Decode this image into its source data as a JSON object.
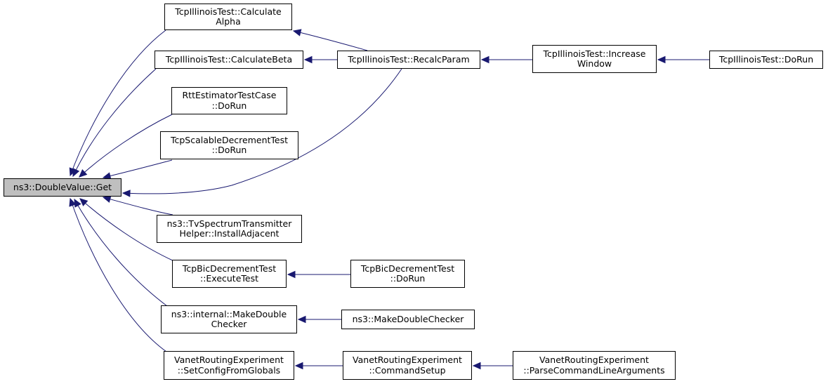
{
  "colors": {
    "edge": "#191970",
    "node_border": "#000000",
    "root_fill": "#bfbfbf",
    "node_fill": "#ffffff"
  },
  "nodes": {
    "get": {
      "lines": [
        "ns3::DoubleValue::Get"
      ]
    },
    "calc_alpha": {
      "lines": [
        "TcpIllinoisTest::Calculate",
        "Alpha"
      ]
    },
    "calc_beta": {
      "lines": [
        "TcpIllinoisTest::CalculateBeta"
      ]
    },
    "recalc": {
      "lines": [
        "TcpIllinoisTest::RecalcParam"
      ]
    },
    "increase": {
      "lines": [
        "TcpIllinoisTest::Increase",
        "Window"
      ]
    },
    "illinois_dorun": {
      "lines": [
        "TcpIllinoisTest::DoRun"
      ]
    },
    "rtt_dorun": {
      "lines": [
        "RttEstimatorTestCase",
        "::DoRun"
      ]
    },
    "scalable_dorun": {
      "lines": [
        "TcpScalableDecrementTest",
        "::DoRun"
      ]
    },
    "tvspectrum": {
      "lines": [
        "ns3::TvSpectrumTransmitter",
        "Helper::InstallAdjacent"
      ]
    },
    "bic_exec": {
      "lines": [
        "TcpBicDecrementTest",
        "::ExecuteTest"
      ]
    },
    "bic_dorun": {
      "lines": [
        "TcpBicDecrementTest",
        "::DoRun"
      ]
    },
    "make_checker_internal": {
      "lines": [
        "ns3::internal::MakeDouble",
        "Checker"
      ]
    },
    "make_checker": {
      "lines": [
        "ns3::MakeDoubleChecker"
      ]
    },
    "vanet_setconfig": {
      "lines": [
        "VanetRoutingExperiment",
        "::SetConfigFromGlobals"
      ]
    },
    "vanet_cmdsetup": {
      "lines": [
        "VanetRoutingExperiment",
        "::CommandSetup"
      ]
    },
    "vanet_parse": {
      "lines": [
        "VanetRoutingExperiment",
        "::ParseCommandLineArguments"
      ]
    }
  },
  "edges": [
    {
      "from": "calc_alpha",
      "to": "get"
    },
    {
      "from": "calc_beta",
      "to": "get"
    },
    {
      "from": "rtt_dorun",
      "to": "get"
    },
    {
      "from": "scalable_dorun",
      "to": "get"
    },
    {
      "from": "recalc",
      "to": "get"
    },
    {
      "from": "tvspectrum",
      "to": "get"
    },
    {
      "from": "bic_exec",
      "to": "get"
    },
    {
      "from": "make_checker_internal",
      "to": "get"
    },
    {
      "from": "vanet_setconfig",
      "to": "get"
    },
    {
      "from": "recalc",
      "to": "calc_alpha"
    },
    {
      "from": "recalc",
      "to": "calc_beta"
    },
    {
      "from": "increase",
      "to": "recalc"
    },
    {
      "from": "illinois_dorun",
      "to": "increase"
    },
    {
      "from": "bic_dorun",
      "to": "bic_exec"
    },
    {
      "from": "make_checker",
      "to": "make_checker_internal"
    },
    {
      "from": "vanet_cmdsetup",
      "to": "vanet_setconfig"
    },
    {
      "from": "vanet_parse",
      "to": "vanet_cmdsetup"
    }
  ]
}
